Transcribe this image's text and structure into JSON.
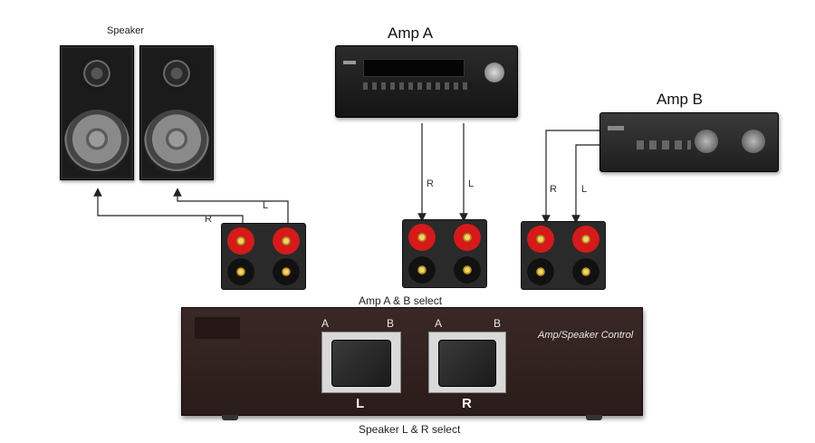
{
  "labels": {
    "speaker": "Speaker",
    "amp_a": "Amp A",
    "amp_b": "Amp B",
    "amp_select": "Amp A & B select",
    "speaker_select": "Speaker L & R select",
    "box_title": "Amp/Speaker Control"
  },
  "switches": {
    "left": {
      "a": "A",
      "b": "B",
      "side": "L"
    },
    "right": {
      "a": "A",
      "b": "B",
      "side": "R"
    }
  },
  "wires": {
    "speaker_r": "R",
    "speaker_l": "L",
    "amp_a_r": "R",
    "amp_a_l": "L",
    "amp_b_r": "R",
    "amp_b_l": "L"
  }
}
